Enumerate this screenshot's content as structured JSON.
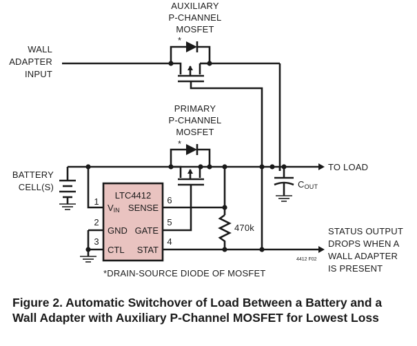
{
  "labels": {
    "aux_mosfet": [
      "AUXILIARY",
      "P-CHANNEL",
      "MOSFET"
    ],
    "primary_mosfet": [
      "PRIMARY",
      "P-CHANNEL",
      "MOSFET"
    ],
    "wall_adapter": [
      "WALL",
      "ADAPTER",
      "INPUT"
    ],
    "battery": [
      "BATTERY",
      "CELL(S)"
    ],
    "to_load": "TO LOAD",
    "cout": "C",
    "cout_sub": "OUT",
    "resistor": "470k",
    "status_output": [
      "STATUS OUTPUT",
      "DROPS WHEN A",
      "WALL ADAPTER",
      "IS PRESENT"
    ],
    "figure_code": "4412 F02",
    "footnote": "*DRAIN-SOURCE DIODE OF MOSFET",
    "asterisk": "*"
  },
  "ic": {
    "name": "LTC4412",
    "pins_left": [
      {
        "num": "1",
        "name": "V",
        "sub": "IN"
      },
      {
        "num": "2",
        "name": "GND"
      },
      {
        "num": "3",
        "name": "CTL"
      }
    ],
    "pins_right": [
      {
        "num": "6",
        "name": "SENSE"
      },
      {
        "num": "5",
        "name": "GATE"
      },
      {
        "num": "4",
        "name": "STAT"
      }
    ],
    "fill_color": "#e9c3c0"
  },
  "caption": {
    "line1": "Figure 2. Automatic Switchover of Load Between a Battery and a",
    "line2": "Wall Adapter with Auxiliary P-Channel MOSFET for Lowest Loss"
  }
}
